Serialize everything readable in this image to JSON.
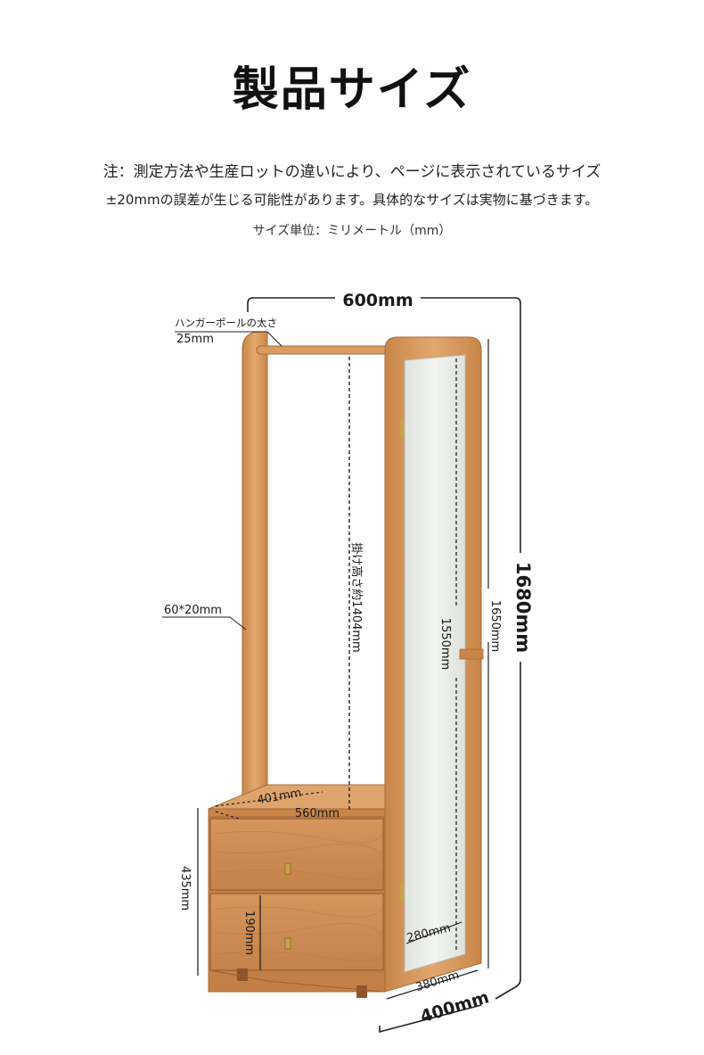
{
  "title": "製品サイズ",
  "notes": {
    "line1": "注：測定方法や生産ロットの違いにより、ページに表示されているサイズ",
    "line2": "±20mmの誤差が生じる可能性があります。具体的なサイズは実物に基づきます。",
    "unit": "サイズ単位：ミリメートル（mm）"
  },
  "dimensions": {
    "total_width": "600mm",
    "total_height": "1680mm",
    "total_depth": "400mm",
    "pole_label": "ハンガーポールの太さ",
    "pole_size": "25mm",
    "frame_size": "60*20mm",
    "hanging_height": "掛け高さ約1404mm",
    "mirror_frame_height": "1650mm",
    "mirror_height": "1550mm",
    "top_depth": "401mm",
    "top_width": "560mm",
    "cabinet_height": "435mm",
    "drawer_height": "190mm",
    "mirror_width": "280mm",
    "mirror_frame_width": "380mm"
  },
  "colors": {
    "wood": "#d89a62",
    "wood_dark": "#b9743f",
    "mirror": "#e9ece7",
    "handle": "#c9a24a"
  }
}
